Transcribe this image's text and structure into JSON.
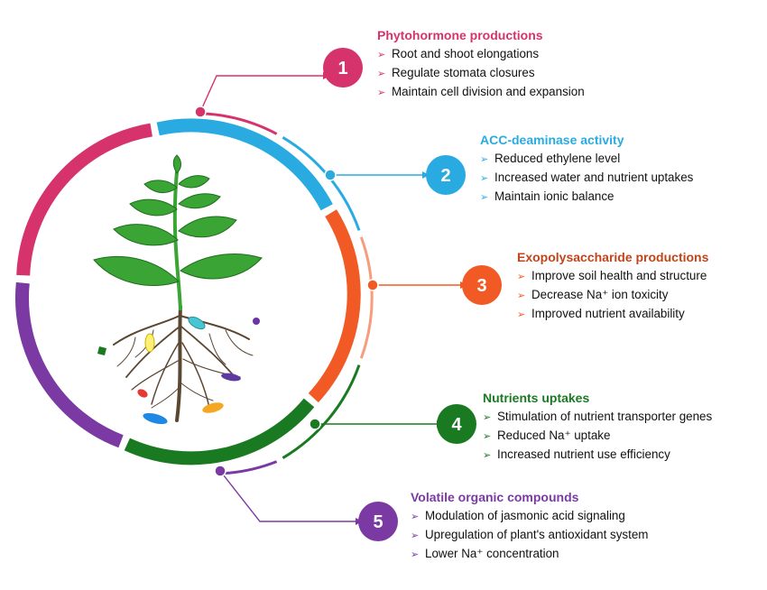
{
  "colors": {
    "pink": "#d6336c",
    "cyan": "#29abe2",
    "orange": "#f15a24",
    "green": "#1a7a22",
    "purple": "#7b3aa3",
    "leaf": "#3aa534",
    "root": "#5b4632"
  },
  "steps": [
    {
      "number": "1",
      "title": "Phytohormone productions",
      "color": "#d6336c",
      "items": [
        "Root and shoot elongations",
        "Regulate stomata closures",
        "Maintain cell division and expansion"
      ]
    },
    {
      "number": "2",
      "title": "ACC-deaminase activity",
      "color": "#29abe2",
      "items": [
        "Reduced ethylene level",
        "Increased water and nutrient uptakes",
        "Maintain ionic balance"
      ]
    },
    {
      "number": "3",
      "title": "Exopolysaccharide productions",
      "color": "#f15a24",
      "items": [
        "Improve soil health and structure",
        "Decrease Na⁺ ion toxicity",
        "Improved nutrient availability"
      ]
    },
    {
      "number": "4",
      "title": "Nutrients uptakes",
      "color": "#1a7a22",
      "items": [
        "Stimulation of nutrient transporter genes",
        "Reduced Na⁺ uptake",
        "Increased nutrient use efficiency"
      ]
    },
    {
      "number": "5",
      "title": "Volatile organic compounds",
      "color": "#7b3aa3",
      "items": [
        "Modulation of jasmonic acid signaling",
        "Upregulation of plant's antioxidant system",
        "Lower Na⁺ concentration"
      ]
    }
  ],
  "icons": {
    "bullet": "arrow-bullet-icon",
    "plant": "plant-with-roots-icon",
    "microbe": "microbe-icon"
  }
}
